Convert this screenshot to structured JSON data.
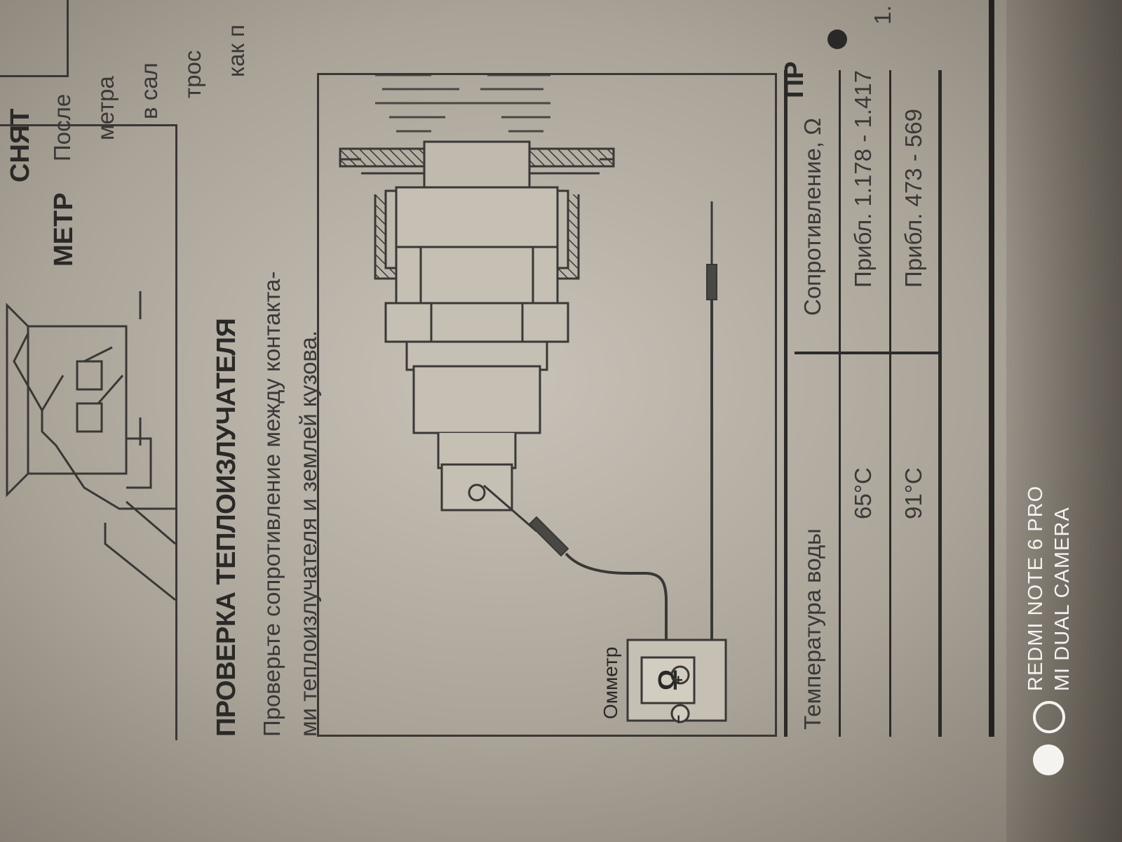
{
  "section": {
    "title": "ПРОВЕРКА ТЕПЛОИЗЛУЧАТЕЛЯ",
    "body_lines": [
      "Проверьте сопротивление между контакта-",
      "ми теплоизлучателя и землей кузова."
    ]
  },
  "figure": {
    "meter_label": "Омметр",
    "meter_symbol": "Ω",
    "plus_symbol": "+",
    "minus_symbol": "−"
  },
  "table": {
    "headers": [
      "Температура воды",
      "Сопротивление,  Ω"
    ],
    "rows": [
      [
        "65°C",
        "Прибл. 1.178 - 1.417"
      ],
      [
        "91°C",
        "Прибл. 473 - 569"
      ]
    ]
  },
  "previous_section": {
    "title_fragment": "СНЯТ",
    "title_fragment_2": "МЕТР",
    "text_fragments": [
      "После",
      "метра",
      "в сал",
      "трос",
      "как п"
    ]
  },
  "next_column": {
    "title_fragment": "ПР",
    "item_fragment": "1."
  },
  "watermark": {
    "line1": "REDMI NOTE 6 PRO",
    "line2": "MI DUAL CAMERA"
  }
}
